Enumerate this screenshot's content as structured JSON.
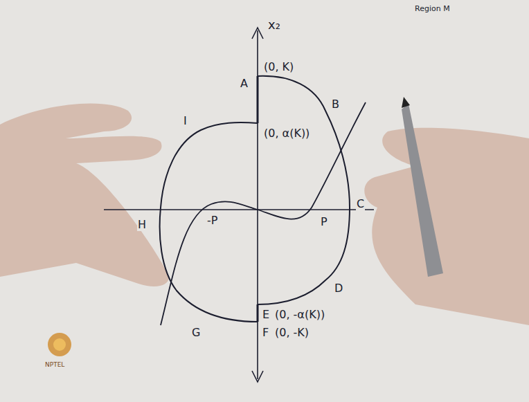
{
  "diagram": {
    "labels": [
      "x₂",
      "Region M",
      "A",
      "(0, K)",
      "B",
      "(0, α(K))",
      "I",
      "H",
      "-P",
      "P",
      "C",
      "D",
      "E",
      "(0, -α(K))",
      "G",
      "F",
      "(0, -K)",
      "NPTEL"
    ]
  }
}
